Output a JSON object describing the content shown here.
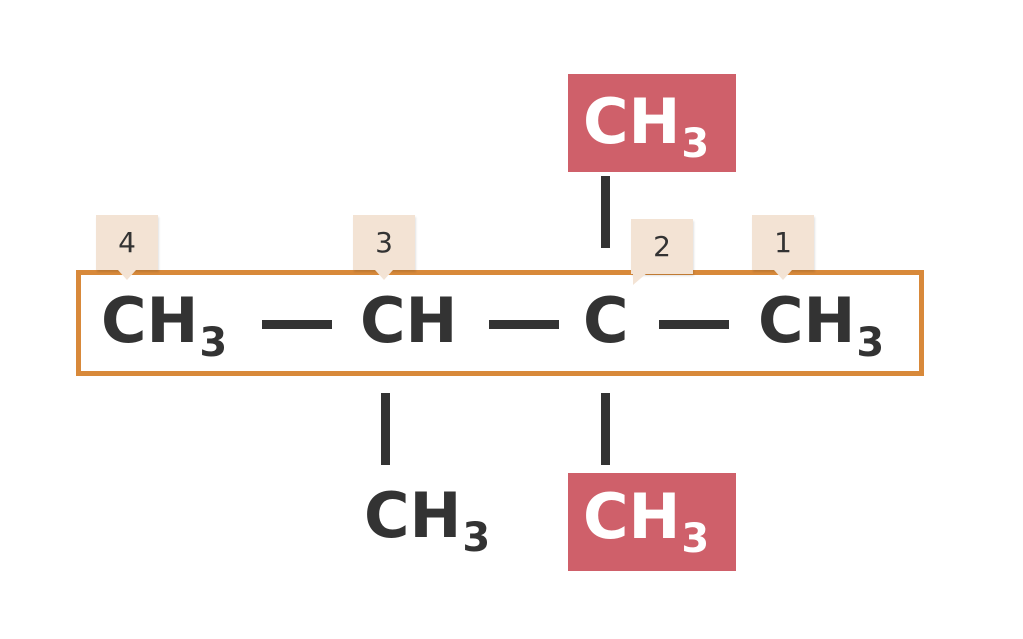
{
  "colors": {
    "chain_border": "#d8893a",
    "highlight": "#cf606a",
    "tag_bg": "#f3e3d4",
    "text": "#333333"
  },
  "chain": [
    {
      "symbol": "CH",
      "subscript": "3"
    },
    {
      "symbol": "CH",
      "subscript": ""
    },
    {
      "symbol": "C",
      "subscript": ""
    },
    {
      "symbol": "CH",
      "subscript": "3"
    }
  ],
  "branches": {
    "top_on_c2": {
      "symbol": "CH",
      "subscript": "3",
      "highlighted": true
    },
    "bottom_on_c2": {
      "symbol": "CH",
      "subscript": "3",
      "highlighted": true
    },
    "bottom_on_c3": {
      "symbol": "CH",
      "subscript": "3",
      "highlighted": false
    }
  },
  "number_tags": [
    "4",
    "3",
    "2",
    "1"
  ]
}
